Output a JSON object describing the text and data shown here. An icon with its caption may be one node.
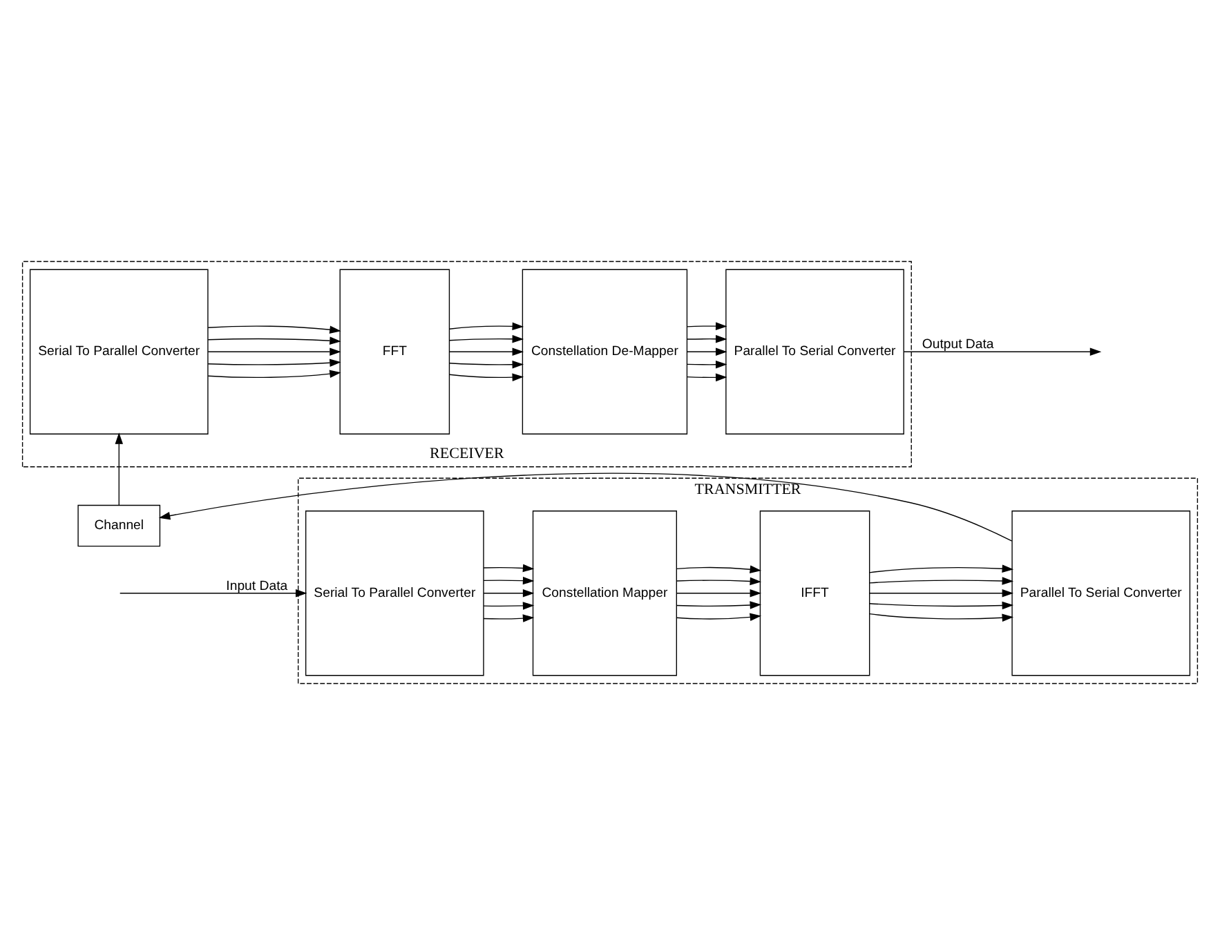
{
  "diagram": {
    "nodes": [
      {
        "text": [
          "TRANSMITTER"
        ]
      },
      {
        "text": [
          "Serial To Parallel Converter"
        ],
        "in": 0
      },
      {
        "text": [
          "Constellation Mapper"
        ],
        "in": 0
      },
      {
        "text": [
          "IFFT"
        ],
        "in": 0
      },
      {
        "text": [
          "Parallel To Serial Converter"
        ],
        "in": 0
      },
      {
        "text": [
          "Channel"
        ]
      },
      {
        "text": [
          "RECEIVER"
        ]
      },
      {
        "text": [
          "Serial To Parallel Converter"
        ],
        "in": 6
      },
      {
        "text": [
          "FFT"
        ],
        "in": 6
      },
      {
        "text": [
          "Constellation De-Mapper"
        ],
        "in": 6
      },
      {
        "text": [
          "Parallel To Serial Converter"
        ],
        "in": 6
      }
    ],
    "edges": [
      {
        "from": null,
        "to": 1,
        "arrow": "to",
        "label": "Input Data"
      },
      {
        "from": 1,
        "to": 2,
        "arrow": "to"
      },
      {
        "from": 1,
        "to": 2,
        "arrow": "to"
      },
      {
        "from": 1,
        "to": 2,
        "arrow": "to"
      },
      {
        "from": 1,
        "to": 2,
        "arrow": "to"
      },
      {
        "from": 1,
        "to": 2,
        "arrow": "to"
      },
      {
        "from": 2,
        "to": 3,
        "arrow": "to"
      },
      {
        "from": 2,
        "to": 3,
        "arrow": "to"
      },
      {
        "from": 2,
        "to": 3,
        "arrow": "to"
      },
      {
        "from": 2,
        "to": 3,
        "arrow": "to"
      },
      {
        "from": 2,
        "to": 3,
        "arrow": "to"
      },
      {
        "from": 3,
        "to": 4,
        "arrow": "to"
      },
      {
        "from": 3,
        "to": 4,
        "arrow": "to"
      },
      {
        "from": 3,
        "to": 4,
        "arrow": "to"
      },
      {
        "from": 3,
        "to": 4,
        "arrow": "to"
      },
      {
        "from": 3,
        "to": 4,
        "arrow": "to"
      },
      {
        "from": 4,
        "to": 5,
        "arrow": "to"
      },
      {
        "from": 5,
        "to": 7,
        "arrow": "to"
      },
      {
        "from": 7,
        "to": 8,
        "arrow": "to"
      },
      {
        "from": 7,
        "to": 8,
        "arrow": "to"
      },
      {
        "from": 7,
        "to": 8,
        "arrow": "to"
      },
      {
        "from": 7,
        "to": 8,
        "arrow": "to"
      },
      {
        "from": 7,
        "to": 8,
        "arrow": "to"
      },
      {
        "from": 8,
        "to": 9,
        "arrow": "to"
      },
      {
        "from": 8,
        "to": 9,
        "arrow": "to"
      },
      {
        "from": 8,
        "to": 9,
        "arrow": "to"
      },
      {
        "from": 8,
        "to": 9,
        "arrow": "to"
      },
      {
        "from": 8,
        "to": 9,
        "arrow": "to"
      },
      {
        "from": 9,
        "to": 10,
        "arrow": "to"
      },
      {
        "from": 9,
        "to": 10,
        "arrow": "to"
      },
      {
        "from": 9,
        "to": 10,
        "arrow": "to"
      },
      {
        "from": 9,
        "to": 10,
        "arrow": "to"
      },
      {
        "from": 9,
        "to": 10,
        "arrow": "to"
      },
      {
        "from": 10,
        "to": null,
        "arrow": "to",
        "label": "Output Data"
      }
    ]
  }
}
